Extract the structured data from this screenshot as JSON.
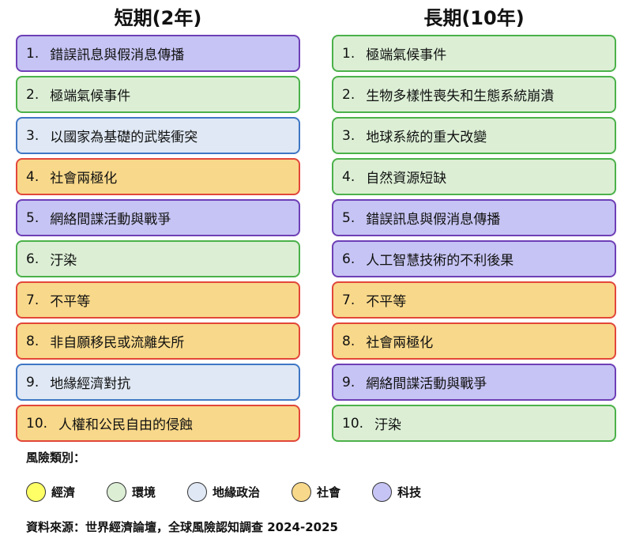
{
  "chart_data": {
    "type": "table",
    "columns": [
      {
        "title": "短期(2年)",
        "items": [
          {
            "rank": "1.",
            "label": "錯誤訊息與假消息傳播",
            "category": "technology"
          },
          {
            "rank": "2.",
            "label": "極端氣候事件",
            "category": "environment"
          },
          {
            "rank": "3.",
            "label": "以國家為基礎的武裝衝突",
            "category": "geopolitics"
          },
          {
            "rank": "4.",
            "label": "社會兩極化",
            "category": "society"
          },
          {
            "rank": "5.",
            "label": "網絡間諜活動與戰爭",
            "category": "technology"
          },
          {
            "rank": "6.",
            "label": "汙染",
            "category": "environment"
          },
          {
            "rank": "7.",
            "label": "不平等",
            "category": "society"
          },
          {
            "rank": "8.",
            "label": "非自願移民或流離失所",
            "category": "society"
          },
          {
            "rank": "9.",
            "label": "地緣經濟對抗",
            "category": "geopolitics"
          },
          {
            "rank": "10.",
            "label": "人權和公民自由的侵蝕",
            "category": "society"
          }
        ]
      },
      {
        "title": "長期(10年)",
        "items": [
          {
            "rank": "1.",
            "label": "極端氣候事件",
            "category": "environment"
          },
          {
            "rank": "2.",
            "label": "生物多樣性喪失和生態系統崩潰",
            "category": "environment"
          },
          {
            "rank": "3.",
            "label": "地球系統的重大改變",
            "category": "environment"
          },
          {
            "rank": "4.",
            "label": "自然資源短缺",
            "category": "environment"
          },
          {
            "rank": "5.",
            "label": "錯誤訊息與假消息傳播",
            "category": "technology"
          },
          {
            "rank": "6.",
            "label": "人工智慧技術的不利後果",
            "category": "technology"
          },
          {
            "rank": "7.",
            "label": "不平等",
            "category": "society"
          },
          {
            "rank": "8.",
            "label": "社會兩極化",
            "category": "society"
          },
          {
            "rank": "9.",
            "label": "網絡間諜活動與戰爭",
            "category": "technology"
          },
          {
            "rank": "10.",
            "label": "汙染",
            "category": "environment"
          }
        ]
      }
    ],
    "legend": {
      "title": "風險類別：",
      "placement": "bottom-left",
      "entries": [
        {
          "key": "economy",
          "label": "經濟",
          "color": "#ffff66"
        },
        {
          "key": "environment",
          "label": "環境",
          "color": "#dcefd5"
        },
        {
          "key": "geopolitics",
          "label": "地緣政治",
          "color": "#dfe8f4"
        },
        {
          "key": "society",
          "label": "社會",
          "color": "#f8d88a"
        },
        {
          "key": "technology",
          "label": "科技",
          "color": "#c6c4f4"
        }
      ]
    },
    "source": "資料來源：世界經濟論壇，全球風險認知調查 2024-2025"
  }
}
